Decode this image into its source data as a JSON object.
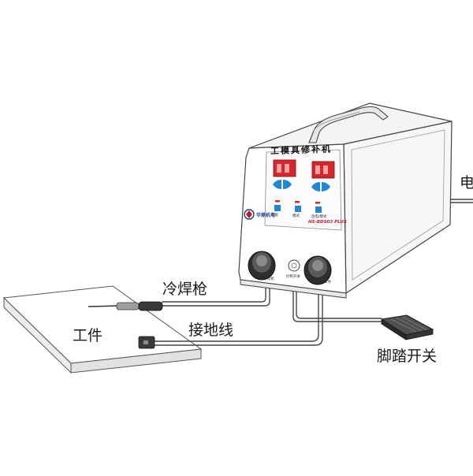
{
  "diagram": {
    "labels": {
      "cold_welding_gun": "冷焊枪",
      "workpiece": "工件",
      "ground_wire": "接地线",
      "foot_switch": "脚踏开关",
      "power_cut": "电"
    },
    "machine": {
      "panel_title": "工模具修补机",
      "model": "HS-BDS03 PLUS",
      "brand_name": "华鼎机电",
      "button_labels": [
        "焊接",
        "模式",
        "放电/模式"
      ],
      "knob_left_label": "焊枪",
      "knob_right_label": "工件",
      "socket_label": "控制开关"
    },
    "colors": {
      "display_red": "#d8262b",
      "button_blue": "#1e88d4",
      "indicator_red": "#d12a2a",
      "line": "#444444"
    },
    "icons": [
      "welding-gun-icon",
      "ground-clamp-icon",
      "foot-pedal-icon",
      "knob-icon",
      "logo-icon"
    ]
  }
}
